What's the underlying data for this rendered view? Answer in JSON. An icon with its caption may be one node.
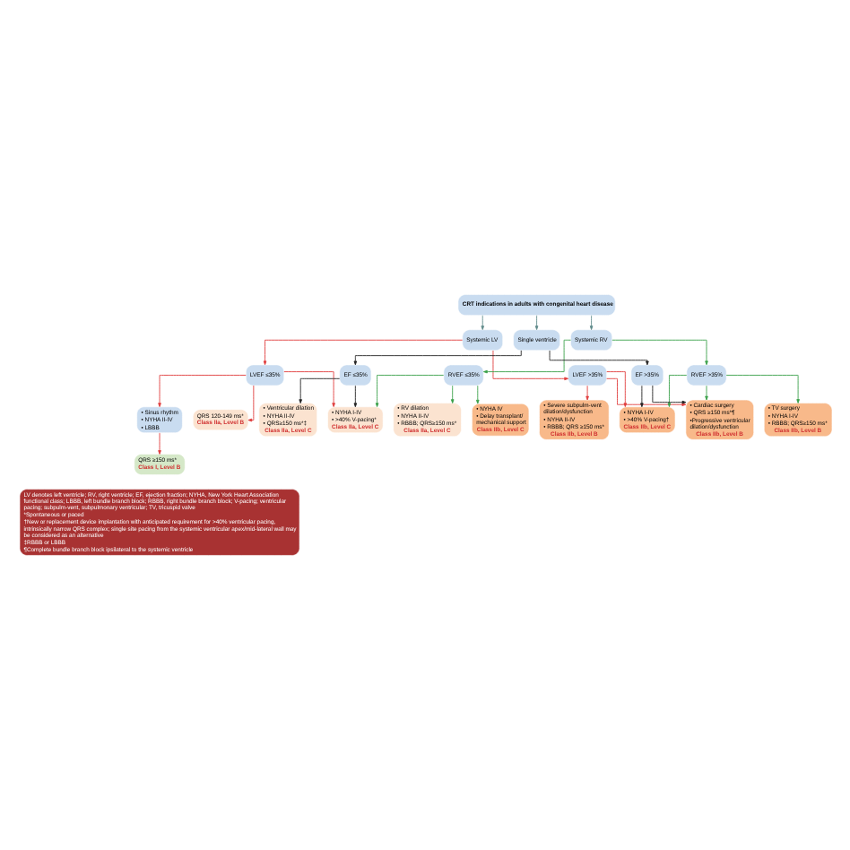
{
  "diagram": {
    "nodes": [
      {
        "text": [
          "CRT indications in adults with congenital heart disease"
        ]
      },
      {
        "text": [
          "Systemic LV"
        ]
      },
      {
        "text": [
          "Systemic RV"
        ]
      },
      {
        "text": [
          "Single ventricle"
        ]
      },
      {
        "text": [
          "LVEF ≤35%"
        ]
      },
      {
        "text": [
          "LVEF >35%"
        ]
      },
      {
        "text": [
          "RVEF ≤35%"
        ]
      },
      {
        "text": [
          "RVEF >35%"
        ]
      },
      {
        "text": [
          "EF ≤35%"
        ]
      },
      {
        "text": [
          "EF >35%"
        ]
      },
      {
        "text": [
          "• Sinus rhythm",
          "• NYHA II-IV",
          "• LBBB"
        ]
      },
      {
        "text": [
          "QRS ≥150 ms*",
          "Class I, Level B"
        ]
      },
      {
        "text": [
          "QRS 120-149 ms*",
          "Class IIa, Level B"
        ]
      },
      {
        "text": [
          "• NYHA I-IV",
          "• >40% V-pacing*",
          "Class IIa, Level C"
        ]
      },
      {
        "text": [
          "• RV dilation",
          "• NYHA II-IV",
          "• RBBB; QRS≥150 ms*",
          "Class IIa, Level C"
        ]
      },
      {
        "text": [
          "• Ventricular dilation",
          "• NYHA II-IV",
          "• QRS≥150 ms*‡",
          "Class IIa, Level C"
        ]
      },
      {
        "text": [
          "• Severe subpulm-vent dilation/dysfunction",
          "• NYHA II-IV",
          "• RBBB; QRS ≥150 ms*",
          "Class IIb, Level B"
        ]
      },
      {
        "text": [
          "• Cardiac surgery",
          "• QRS ≥150 ms*¶",
          "•Progressive ventricular dilation/dysfunction",
          "Class IIb, Level B"
        ]
      },
      {
        "text": [
          "• TV surgery",
          "• NYHA I-IV",
          "• RBBB; QRS≥150 ms*",
          "Class IIb, Level B"
        ]
      },
      {
        "text": [
          "• NYHA IV",
          "• Delay transplant/ mechanical support",
          "Class IIb, Level C"
        ]
      },
      {
        "text": [
          "• NYHA I-IV",
          "• >40% V-pacing†",
          "Class IIb, Level C"
        ]
      },
      {
        "text": [
          "LV denotes left ventricle; RV, right ventricle; EF, ejection fraction; NYHA, New York Heart Association functional class; LBBB, left bundle branch block; RBBB, right bundle branch block; V-pacing; ventricular pacing; subpulm-vent, subpulmonary ventricular; TV, tricuspid valve",
          "*Spontaneous or paced",
          "†New or replacement device implantation with anticipated requirement for >40% ventricular pacing, intrinsically narrow QRS complex; single site pacing from the systemic ventricular apex/mid-lateral wall may be considered as an alternative",
          "‡RBBB or LBBB",
          "¶Complete bundle branch block ipsilateral to the systemic ventricle"
        ]
      }
    ],
    "edges": [
      {
        "from": 0,
        "to": 1,
        "arrow": "to",
        "color": "#5f8a8a"
      },
      {
        "from": 0,
        "to": 2,
        "arrow": "to",
        "color": "#5f8a8a"
      },
      {
        "from": 0,
        "to": 3,
        "arrow": "to",
        "color": "#5f8a8a"
      },
      {
        "from": 1,
        "to": 4,
        "arrow": "to",
        "color": "#e03c3c"
      },
      {
        "from": 1,
        "to": 5,
        "arrow": "to",
        "color": "#e03c3c"
      },
      {
        "from": 2,
        "to": 6,
        "arrow": "to",
        "color": "#3aa04a"
      },
      {
        "from": 2,
        "to": 7,
        "arrow": "to",
        "color": "#3aa04a"
      },
      {
        "from": 3,
        "to": 8,
        "arrow": "to",
        "color": "#222222"
      },
      {
        "from": 3,
        "to": 9,
        "arrow": "to",
        "color": "#222222"
      },
      {
        "from": 4,
        "to": 10,
        "arrow": "to",
        "color": "#e03c3c"
      },
      {
        "from": 10,
        "to": 11,
        "arrow": "to",
        "color": "#e03c3c"
      },
      {
        "from": 4,
        "to": 12,
        "arrow": "to",
        "color": "#e03c3c"
      },
      {
        "from": 4,
        "to": 13,
        "arrow": "to",
        "color": "#e03c3c"
      },
      {
        "from": 6,
        "to": 13,
        "arrow": "to",
        "color": "#3aa04a"
      },
      {
        "from": 8,
        "to": 13,
        "arrow": "to",
        "color": "#222222"
      },
      {
        "from": 6,
        "to": 14,
        "arrow": "to",
        "color": "#3aa04a"
      },
      {
        "from": 8,
        "to": 15,
        "arrow": "to",
        "color": "#222222"
      },
      {
        "from": 5,
        "to": 16,
        "arrow": "to",
        "color": "#e03c3c"
      },
      {
        "from": 5,
        "to": 17,
        "arrow": "to",
        "color": "#e03c3c"
      },
      {
        "from": 7,
        "to": 17,
        "arrow": "to",
        "color": "#3aa04a"
      },
      {
        "from": 9,
        "to": 17,
        "arrow": "to",
        "color": "#222222"
      },
      {
        "from": 7,
        "to": 18,
        "arrow": "to",
        "color": "#3aa04a"
      },
      {
        "from": 6,
        "to": 19,
        "arrow": "to",
        "color": "#3aa04a"
      },
      {
        "from": 5,
        "to": 20,
        "arrow": "to",
        "color": "#e03c3c"
      },
      {
        "from": 7,
        "to": 20,
        "arrow": "to",
        "color": "#3aa04a"
      },
      {
        "from": 9,
        "to": 20,
        "arrow": "to",
        "color": "#222222"
      }
    ]
  }
}
